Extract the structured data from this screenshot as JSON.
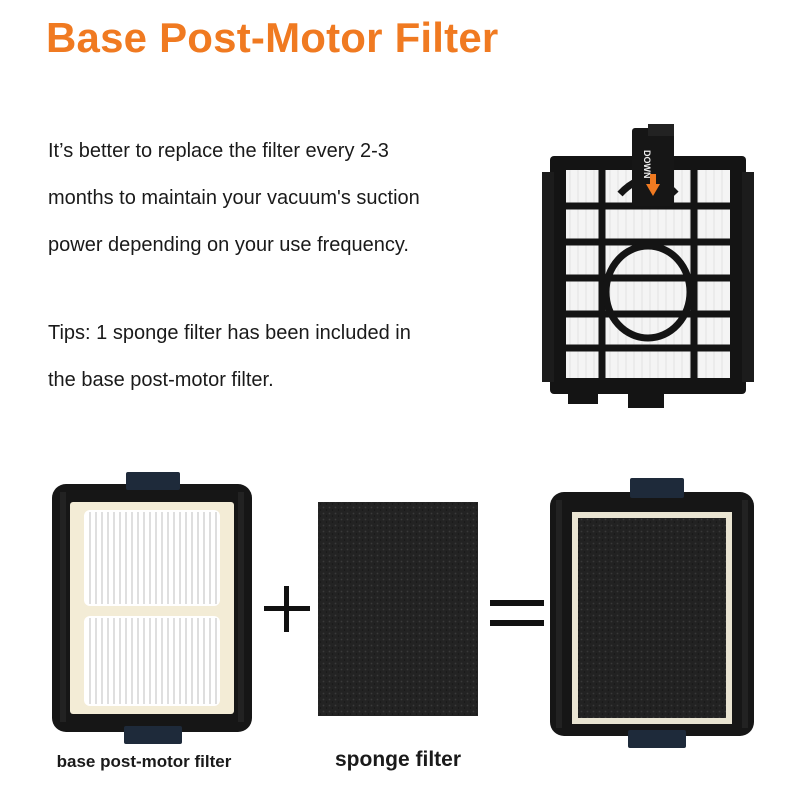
{
  "title": "Base Post-Motor Filter",
  "accent_color": "#F07A21",
  "description": [
    "It’s better to replace the filter every 2-3",
    "months to maintain your vacuum's suction",
    "power depending on your use frequency."
  ],
  "tips": [
    "Tips: 1 sponge filter has been included in",
    "the base post-motor filter."
  ],
  "filter_tab_label": "DOWN",
  "captions": {
    "base_filter": "base post-motor filter",
    "sponge_filter": "sponge filter"
  },
  "operators": [
    "plus-sign",
    "equals-sign"
  ]
}
